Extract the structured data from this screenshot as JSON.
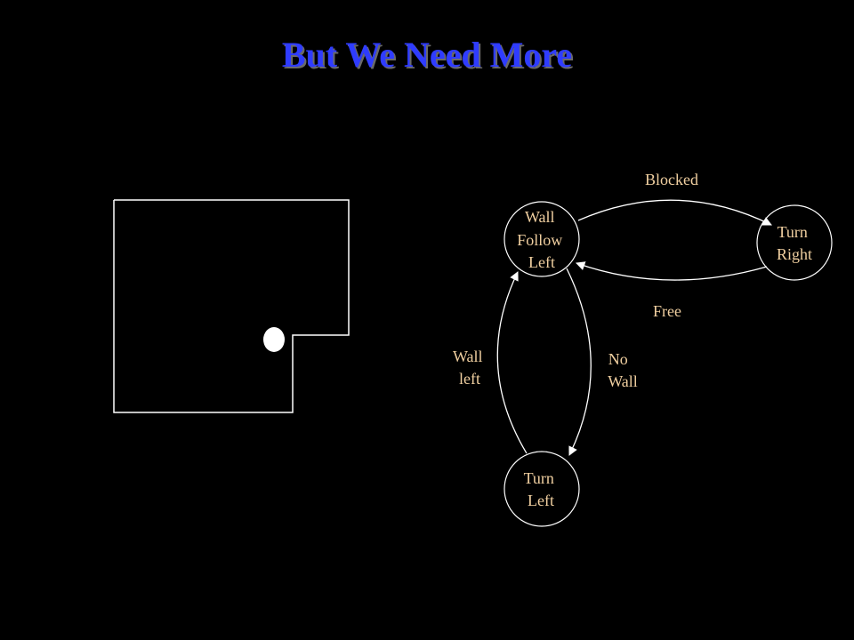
{
  "title": "But We Need More",
  "colors": {
    "background": "#000000",
    "title": "#2f3cff",
    "label": "#f0cfa0",
    "stroke": "#ffffff"
  },
  "states": {
    "wall_follow_left": [
      "Wall",
      "Follow",
      "Left"
    ],
    "turn_right": [
      "Turn",
      "Right"
    ],
    "turn_left": [
      "Turn",
      "Left"
    ]
  },
  "transitions": {
    "blocked": [
      "Blocked"
    ],
    "free": [
      "Free"
    ],
    "no_wall": [
      "No",
      "Wall"
    ],
    "wall_left": [
      "Wall",
      "left"
    ]
  }
}
